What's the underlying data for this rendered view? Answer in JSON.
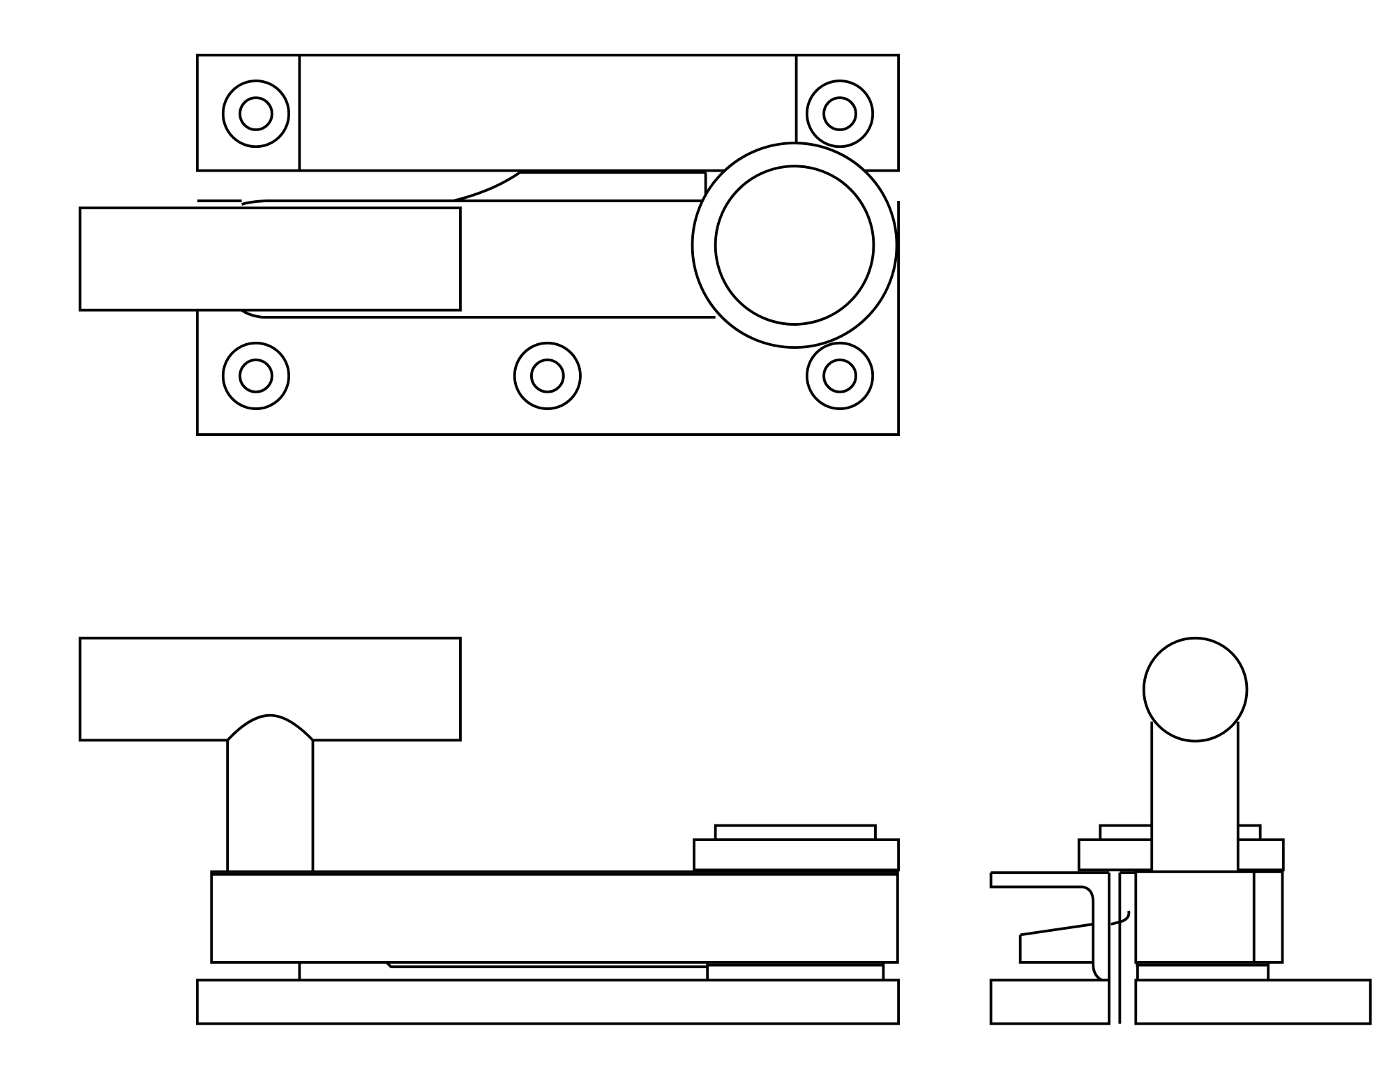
{
  "drawing": {
    "background": "#ffffff",
    "line_color": "#000000",
    "views": [
      {
        "view": "top"
      },
      {
        "view": "front"
      },
      {
        "view": "side"
      }
    ]
  }
}
